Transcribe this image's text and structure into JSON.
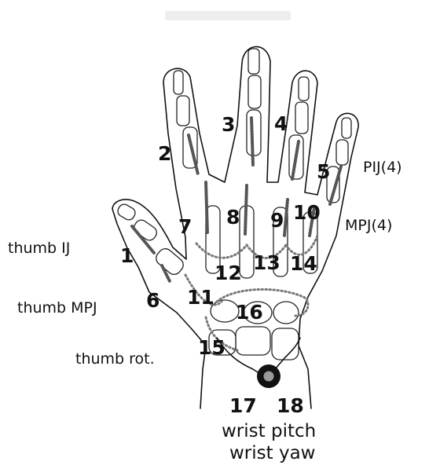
{
  "diagram": {
    "joint_labels": [
      "1",
      "2",
      "3",
      "4",
      "5",
      "6",
      "7",
      "8",
      "9",
      "10",
      "11",
      "12",
      "13",
      "14",
      "15",
      "16",
      "17",
      "18"
    ],
    "side_labels": {
      "thumb_ij": "thumb IJ",
      "thumb_mpj": "thumb MPJ",
      "thumb_rot": "thumb rot.",
      "pij": "PIJ(4)",
      "mpj": "MPJ(4)"
    },
    "wrist_labels": {
      "pitch": "wrist pitch",
      "yaw": "wrist yaw"
    }
  }
}
